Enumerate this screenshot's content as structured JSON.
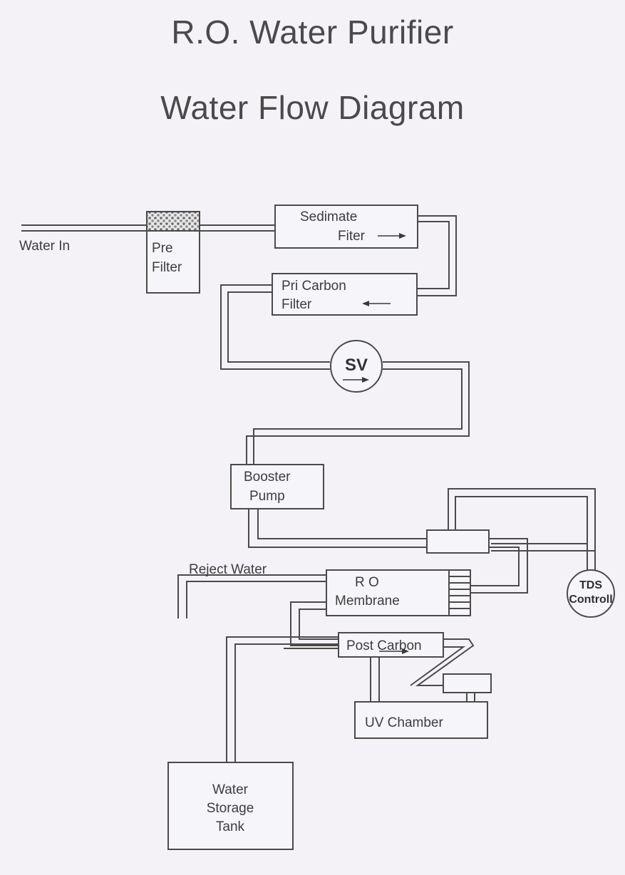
{
  "title": {
    "line1": "R.O. Water Purifier",
    "line2": "Water Flow Diagram"
  },
  "labels": {
    "water_in": "Water In",
    "pre_filter": [
      "Pre",
      "Filter"
    ],
    "sediment_filter": [
      "Sedimate",
      "Fiter"
    ],
    "pri_carbon_filter": [
      "Pri Carbon",
      "Filter"
    ],
    "solenoid_valve": "SV",
    "booster_pump": [
      "Booster",
      "Pump"
    ],
    "reject_water": "Reject Water",
    "ro_membrane": [
      "R O",
      "Membrane"
    ],
    "tds_controller": [
      "TDS",
      "Controll"
    ],
    "post_carbon": "Post Carbon",
    "uv_chamber": "UV Chamber",
    "water_storage_tank": [
      "Water",
      "Storage",
      "Tank"
    ]
  },
  "colors": {
    "background": "#f4f2f7",
    "line": "#4a4a4a",
    "text": "#3d3d3d"
  }
}
